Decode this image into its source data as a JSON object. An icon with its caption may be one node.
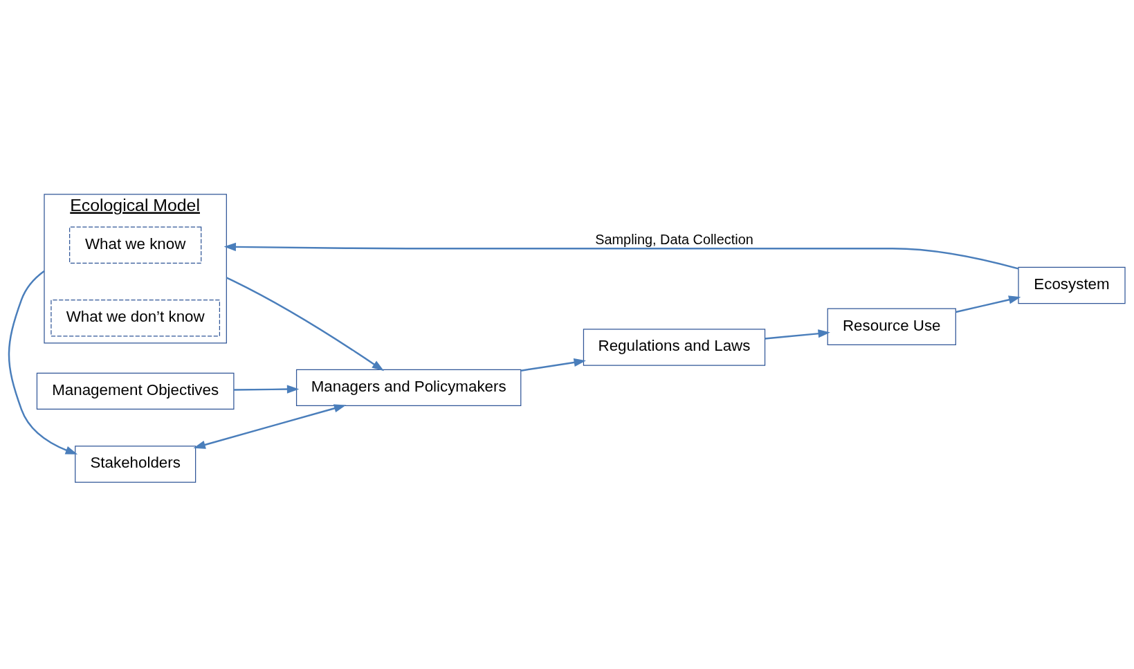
{
  "diagram": {
    "nodes": [
      {
        "text": [
          "Ecosystem"
        ]
      },
      {
        "text": [
          "Ecological Model"
        ]
      },
      {
        "text": [
          "What we know"
        ],
        "in": 1
      },
      {
        "text": [
          "What we don’t know"
        ],
        "in": 1
      },
      {
        "text": [
          "Resource Use"
        ]
      },
      {
        "text": [
          "Management Objectives"
        ]
      },
      {
        "text": [
          "Stakeholders"
        ]
      },
      {
        "text": [
          "Regulations and Laws"
        ]
      },
      {
        "text": [
          "Managers and Policymakers"
        ]
      }
    ],
    "edges": [
      {
        "from": 0,
        "to": 1,
        "arrow": "to",
        "label": "Sampling, Data Collection"
      },
      {
        "from": 1,
        "to": 8,
        "arrow": "to"
      },
      {
        "from": 1,
        "to": 6,
        "arrow": "to"
      },
      {
        "from": 5,
        "to": 8,
        "arrow": "to"
      },
      {
        "from": 6,
        "to": 8,
        "arrow": "both"
      },
      {
        "from": 8,
        "to": 7,
        "arrow": "to"
      },
      {
        "from": 7,
        "to": 4,
        "arrow": "to"
      },
      {
        "from": 4,
        "to": 0,
        "arrow": "to"
      }
    ]
  }
}
